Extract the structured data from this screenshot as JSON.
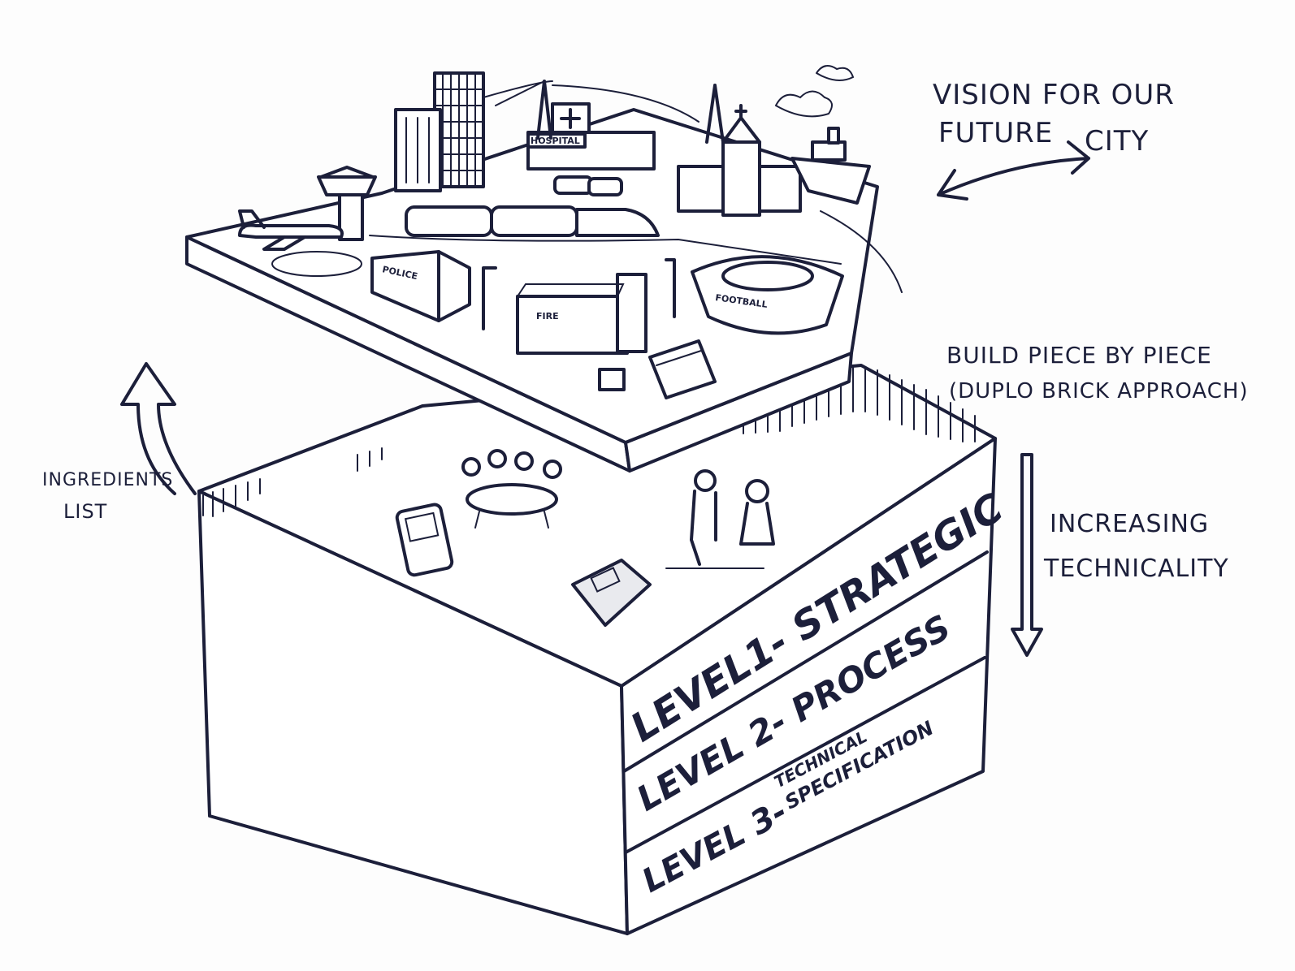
{
  "annotations": {
    "vision_line1": "VISION FOR OUR",
    "vision_line2": "FUTURE",
    "vision_line3": "CITY",
    "build_line1": "BUILD PIECE BY PIECE",
    "build_line2": "(DUPLO BRICK APPROACH)",
    "ingredients_line1": "INGREDIENTS",
    "ingredients_line2": "LIST",
    "technicality_line1": "INCREASING",
    "technicality_line2": "TECHNICALITY"
  },
  "levels": [
    {
      "label": "LEVEL1- STRATEGIC"
    },
    {
      "label": "LEVEL 2- PROCESS"
    },
    {
      "label": "LEVEL 3-",
      "sub1": "TECHNICAL",
      "sub2": "SPECIFICATION"
    }
  ],
  "city_labels": {
    "hospital": "HOSPITAL",
    "police": "POLICE",
    "fire": "FIRE",
    "football": "FOOTBALL"
  },
  "colors": {
    "ink": "#1c1f3a",
    "paper": "#fdfdfd"
  }
}
